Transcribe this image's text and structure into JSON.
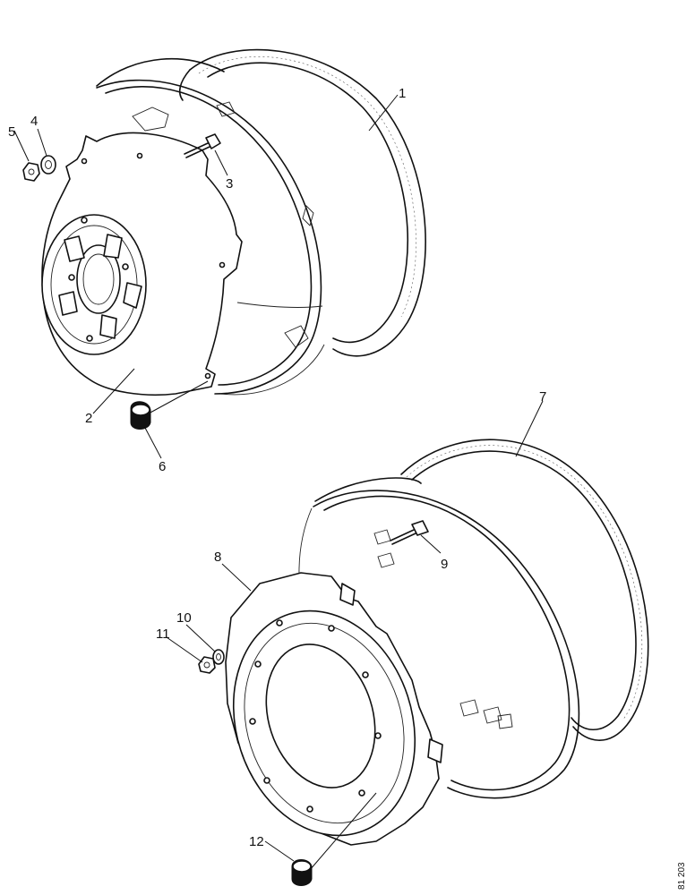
{
  "callouts": {
    "c1": "1",
    "c2": "2",
    "c3": "3",
    "c4": "4",
    "c5": "5",
    "c6": "6",
    "c7": "7",
    "c8": "8",
    "c9": "9",
    "c10": "10",
    "c11": "11",
    "c12": "12"
  },
  "reference_code": "81 203"
}
